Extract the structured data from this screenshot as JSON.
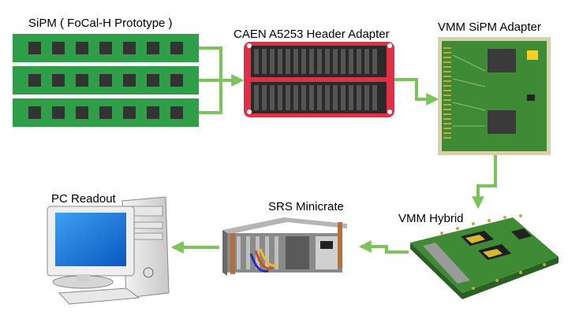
{
  "labels": {
    "sipm": "SiPM ( FoCal-H Prototype )",
    "caen": "CAEN A5253 Header Adapter",
    "vmm_adapter": "VMM SiPM Adapter",
    "vmm_hybrid": "VMM Hybrid",
    "srs": "SRS Minicrate",
    "pc": "PC Readout"
  },
  "colors": {
    "arrow": "#7cc35a",
    "sipm_board": "#2e9e48",
    "sipm_chip": "#333333",
    "caen_board": "#e03048",
    "pcb_green": "#3f8a34"
  }
}
